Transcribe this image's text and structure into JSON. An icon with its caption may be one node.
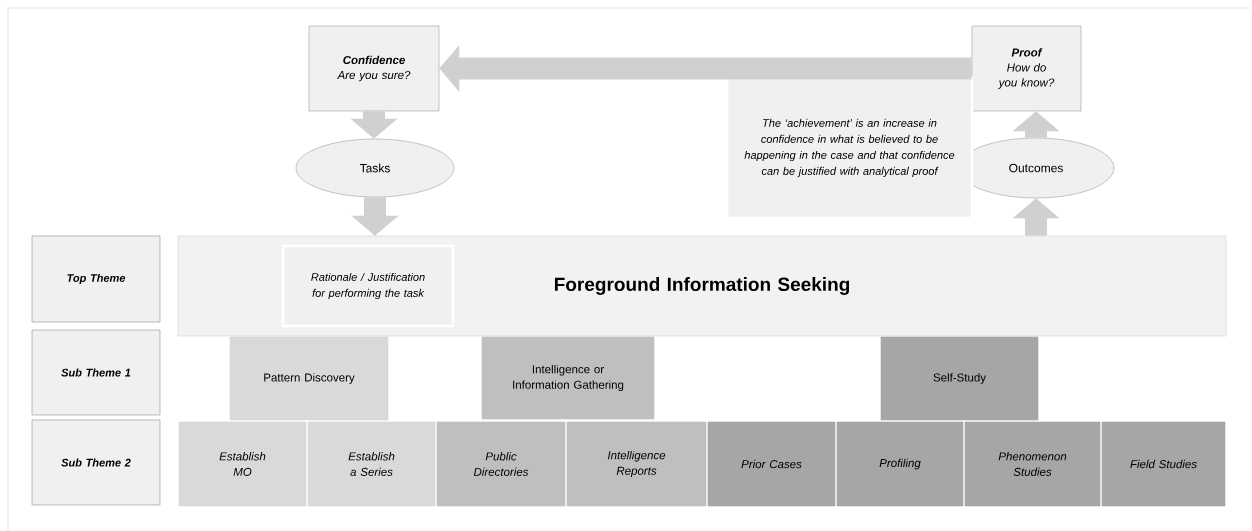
{
  "diagram": {
    "nodes": [
      {
        "text": [
          "Confidence",
          "Are you sure?"
        ]
      },
      {
        "text": [
          "Tasks"
        ]
      },
      {
        "text": [
          "Proof",
          "How do you know?"
        ]
      },
      {
        "text": [
          "Outcomes"
        ]
      },
      {
        "text": [
          "The ‘achievement’ is an increase in confidence in what is believed to be happening in the case and that confidence can be justified with analytical proof"
        ]
      },
      {
        "text": [
          "Foreground Information Seeking"
        ]
      },
      {
        "text": [
          "Rationale / Justification for performing the task"
        ],
        "in": 5
      },
      {
        "text": [
          "Top Theme"
        ]
      },
      {
        "text": [
          "Sub Theme 1"
        ]
      },
      {
        "text": [
          "Sub Theme 2"
        ]
      },
      {
        "text": [
          "Pattern Discovery"
        ]
      },
      {
        "text": [
          "Intelligence or Information Gathering"
        ]
      },
      {
        "text": [
          "Self-Study"
        ]
      },
      {
        "text": [
          "Establish MO"
        ]
      },
      {
        "text": [
          "Establish a Series"
        ]
      },
      {
        "text": [
          "Public Directories"
        ]
      },
      {
        "text": [
          "Intelligence Reports"
        ]
      },
      {
        "text": [
          "Prior Cases"
        ]
      },
      {
        "text": [
          "Profiling"
        ]
      },
      {
        "text": [
          "Phenomenon Studies"
        ]
      },
      {
        "text": [
          "Field Studies"
        ]
      }
    ],
    "edges": [
      {
        "from": 2,
        "to": 0,
        "arrow": "to"
      },
      {
        "from": 0,
        "to": 1,
        "arrow": "to"
      },
      {
        "from": 1,
        "to": 5,
        "arrow": "to"
      },
      {
        "from": 5,
        "to": 3,
        "arrow": "to"
      },
      {
        "from": 3,
        "to": 2,
        "arrow": "to"
      }
    ]
  }
}
